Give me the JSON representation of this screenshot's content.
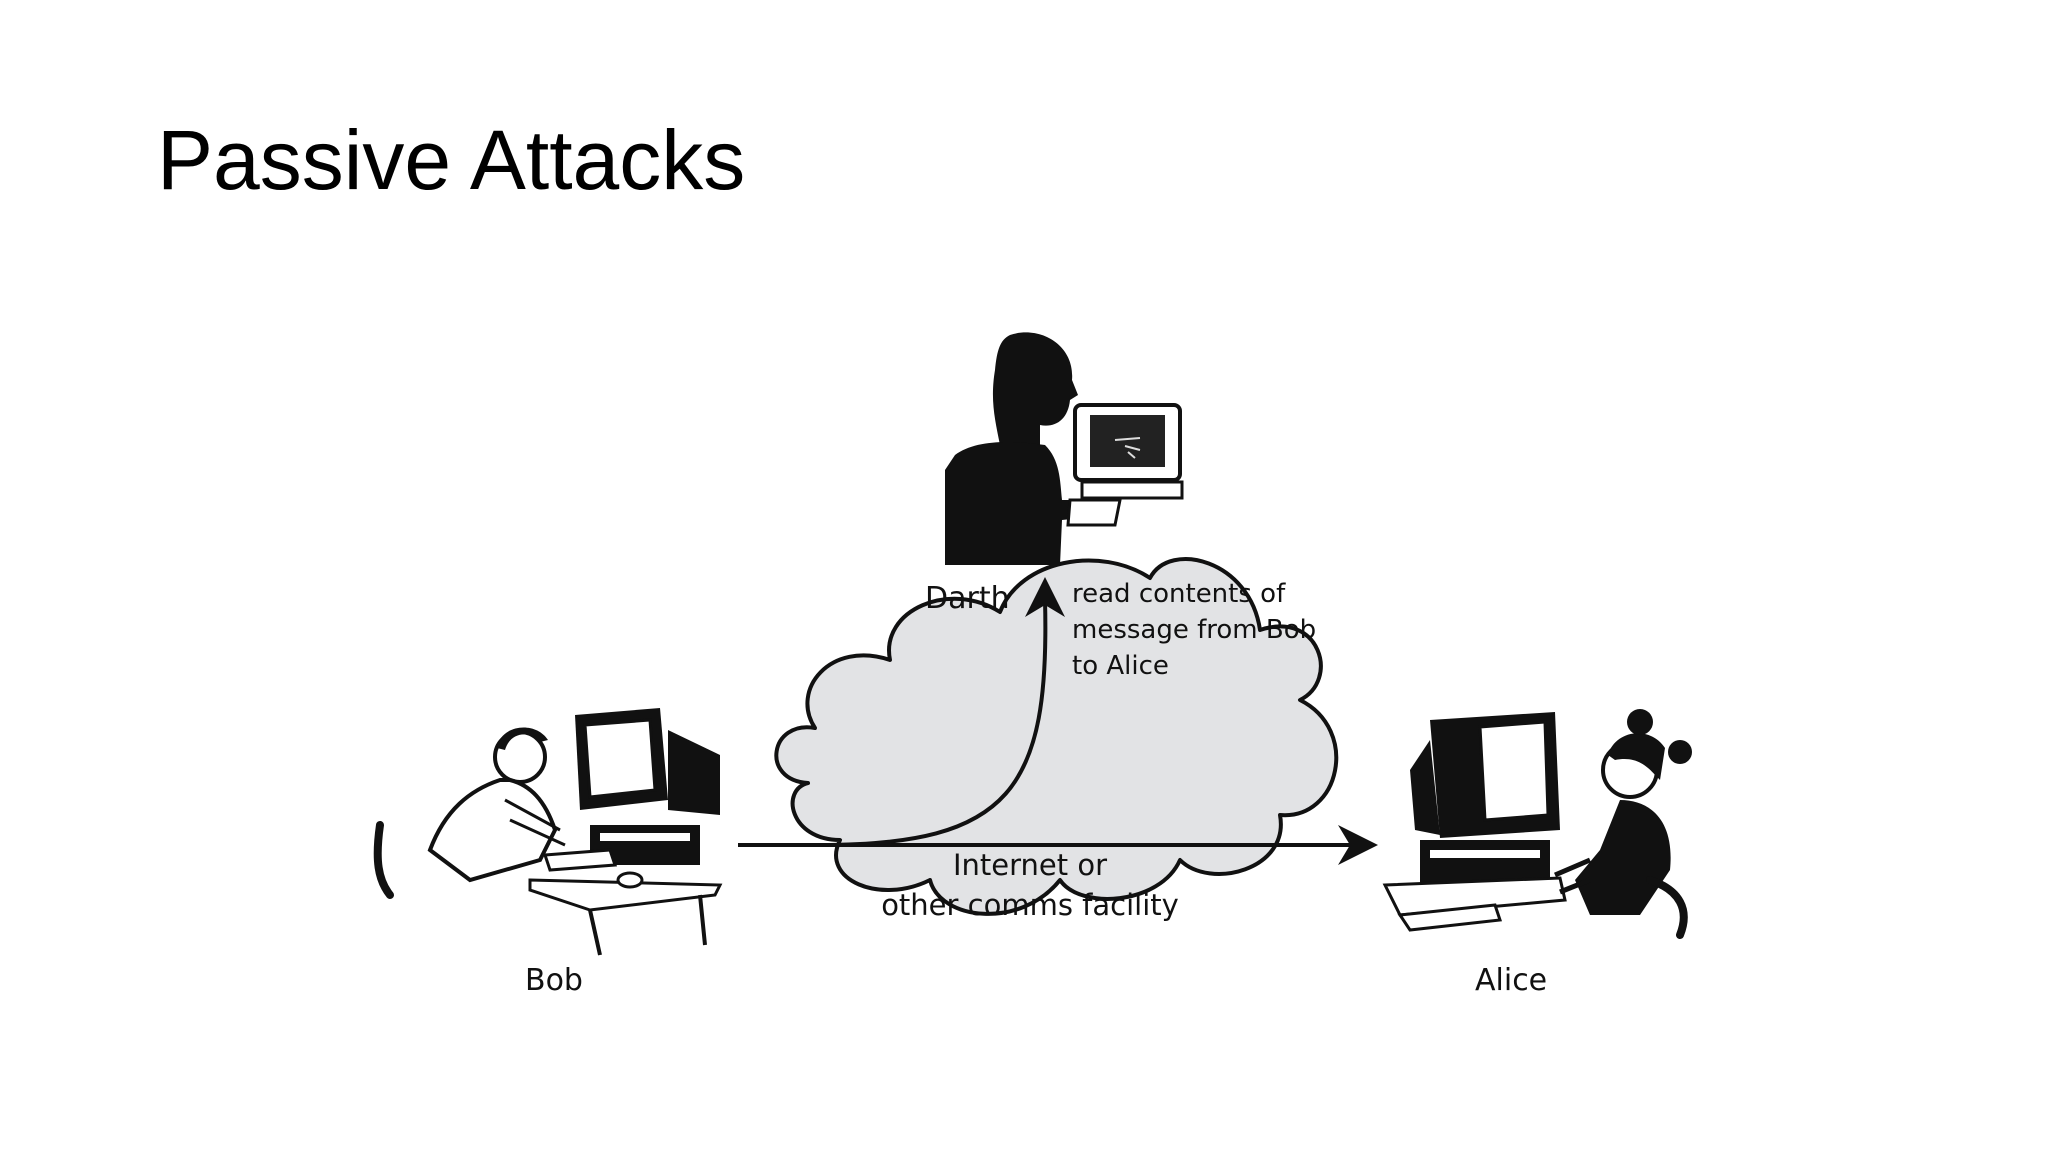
{
  "slide": {
    "title": "Passive Attacks"
  },
  "diagram": {
    "darth_label": "Darth",
    "bob_label": "Bob",
    "alice_label": "Alice",
    "annotation_lines": [
      "read contents of",
      "message from Bob",
      "to Alice"
    ],
    "cloud_lines": [
      "Internet or",
      "other comms facility"
    ],
    "cloud_color": "#e2e3e5"
  }
}
